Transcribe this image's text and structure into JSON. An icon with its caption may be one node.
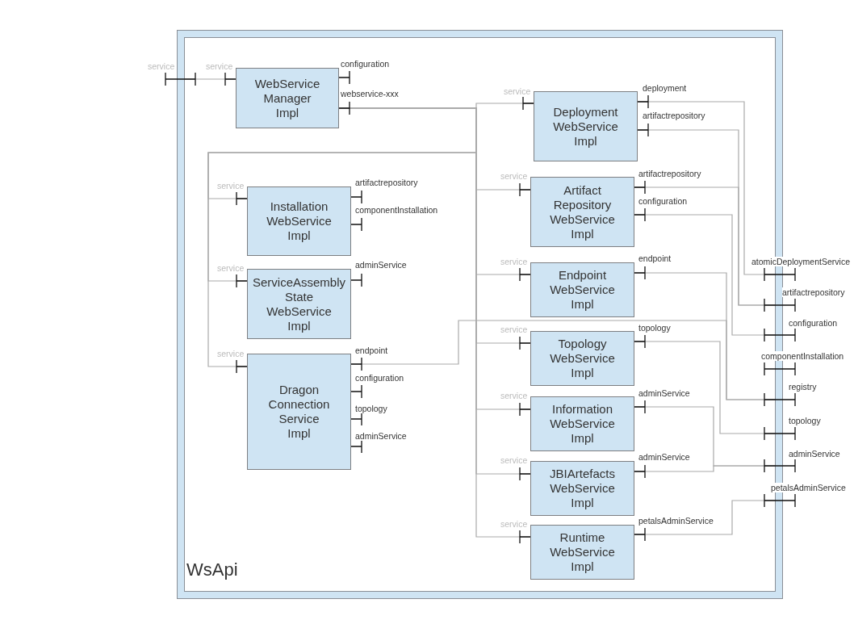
{
  "diagram": {
    "nodes": [
      {
        "text": [
          "WsApi"
        ],
        "beside": [
          "service",
          "atomicDeploymentService",
          "artifactrepository",
          "configuration",
          "componentInstallation",
          "registry",
          "topology",
          "adminService",
          "petalsAdminService"
        ]
      },
      {
        "text": [
          "WebService Manager Impl"
        ],
        "in": 0,
        "beside": [
          "service",
          "configuration",
          "webservice-xxx"
        ]
      },
      {
        "text": [
          "Deployment WebService Impl"
        ],
        "in": 0,
        "beside": [
          "service",
          "deployment",
          "artifactrepository"
        ]
      },
      {
        "text": [
          "Installation WebService Impl"
        ],
        "in": 0,
        "beside": [
          "service",
          "artifactrepository",
          "componentInstallation"
        ]
      },
      {
        "text": [
          "Artifact Repository WebService Impl"
        ],
        "in": 0,
        "beside": [
          "service",
          "artifactrepository",
          "configuration"
        ]
      },
      {
        "text": [
          "ServiceAssembly State WebService Impl"
        ],
        "in": 0,
        "beside": [
          "service",
          "adminService"
        ]
      },
      {
        "text": [
          "Endpoint WebService Impl"
        ],
        "in": 0,
        "beside": [
          "service",
          "endpoint"
        ]
      },
      {
        "text": [
          "Dragon Connection Service Impl"
        ],
        "in": 0,
        "beside": [
          "service",
          "endpoint",
          "configuration",
          "topology",
          "adminService"
        ]
      },
      {
        "text": [
          "Topology WebService Impl"
        ],
        "in": 0,
        "beside": [
          "service",
          "topology"
        ]
      },
      {
        "text": [
          "Information WebService Impl"
        ],
        "in": 0,
        "beside": [
          "service",
          "adminService"
        ]
      },
      {
        "text": [
          "JBIArtefacts WebService Impl"
        ],
        "in": 0,
        "beside": [
          "service",
          "adminService"
        ]
      },
      {
        "text": [
          "Runtime WebService Impl"
        ],
        "in": 0,
        "beside": [
          "service",
          "petalsAdminService"
        ]
      }
    ],
    "edges": [
      {
        "from": 0,
        "to": 1,
        "arrow": "none"
      },
      {
        "from": 1,
        "to": 2,
        "arrow": "none"
      },
      {
        "from": 1,
        "to": 3,
        "arrow": "none"
      },
      {
        "from": 1,
        "to": 4,
        "arrow": "none"
      },
      {
        "from": 1,
        "to": 5,
        "arrow": "none"
      },
      {
        "from": 1,
        "to": 6,
        "arrow": "none"
      },
      {
        "from": 1,
        "to": 7,
        "arrow": "none"
      },
      {
        "from": 1,
        "to": 8,
        "arrow": "none"
      },
      {
        "from": 1,
        "to": 9,
        "arrow": "none"
      },
      {
        "from": 1,
        "to": 10,
        "arrow": "none"
      },
      {
        "from": 1,
        "to": 11,
        "arrow": "none"
      },
      {
        "from": 2,
        "to": 0,
        "arrow": "none"
      },
      {
        "from": 2,
        "to": 0,
        "arrow": "none"
      },
      {
        "from": 4,
        "to": 0,
        "arrow": "none"
      },
      {
        "from": 4,
        "to": 0,
        "arrow": "none"
      },
      {
        "from": 6,
        "to": 0,
        "arrow": "none"
      },
      {
        "from": 7,
        "to": 0,
        "arrow": "none"
      },
      {
        "from": 8,
        "to": 0,
        "arrow": "none"
      },
      {
        "from": 9,
        "to": 0,
        "arrow": "none"
      },
      {
        "from": 10,
        "to": 0,
        "arrow": "none"
      },
      {
        "from": 11,
        "to": 0,
        "arrow": "none"
      }
    ]
  }
}
